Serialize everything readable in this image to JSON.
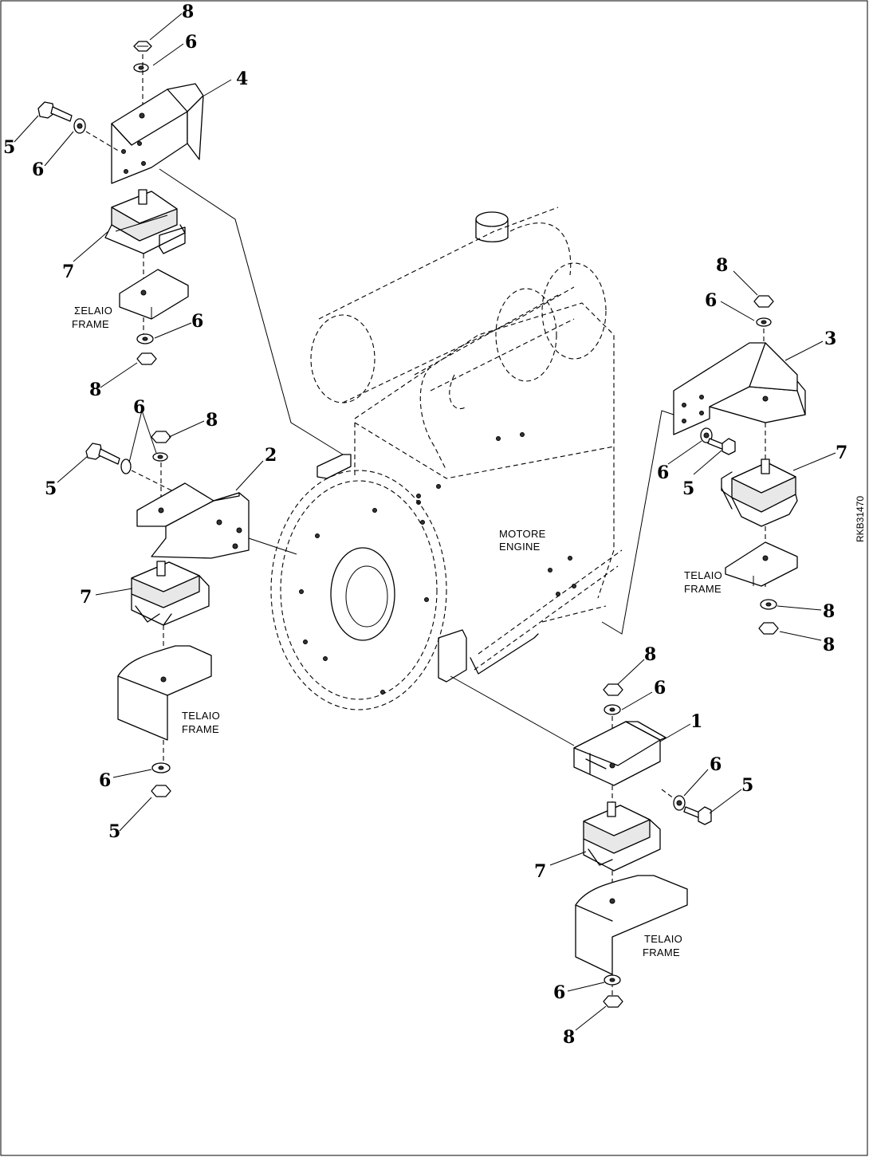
{
  "callouts": {
    "c1": "1",
    "c2": "2",
    "c3": "3",
    "c4": "4",
    "c5a": "5",
    "c5b": "5",
    "c5c": "5",
    "c5d": "5",
    "c5e": "5",
    "c6a": "6",
    "c6b": "6",
    "c6c": "6",
    "c6d": "6",
    "c6e": "6",
    "c6f": "6",
    "c6g": "6",
    "c6h": "6",
    "c7a": "7",
    "c7b": "7",
    "c7c": "7",
    "c7d": "7",
    "c8a": "8",
    "c8b": "8",
    "c8c": "8",
    "c8d": "8",
    "c8e": "8",
    "c8f": "8",
    "c8g": "8"
  },
  "labels": {
    "engine_line1": "MOTORE",
    "engine_line2": "ENGINE",
    "frame_tl_line1": "ΣELAIO",
    "frame_tl_line2": "FRAME",
    "frame_ml_line1": "TELAIO",
    "frame_ml_line2": "FRAME",
    "frame_r_line1": "TELAIO",
    "frame_r_line2": "FRAME",
    "frame_br_line1": "TELAIO",
    "frame_br_line2": "FRAME"
  },
  "drawing_code": "RKB31470"
}
